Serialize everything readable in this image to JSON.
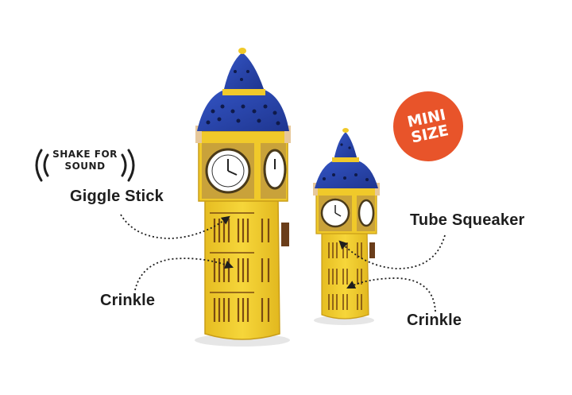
{
  "callouts": {
    "shake_line1": "SHAKE FOR",
    "shake_line2": "SOUND",
    "giggle_stick": "Giggle Stick",
    "crinkle_large": "Crinkle",
    "tube_squeaker": "Tube Squeaker",
    "crinkle_small": "Crinkle"
  },
  "badge": {
    "line1": "MINI",
    "line2": "SIZE",
    "color": "#e8542a"
  },
  "colors": {
    "tower_yellow": "#f2cf2a",
    "roof_blue": "#2b46a8",
    "window_brown": "#7a4a12"
  }
}
